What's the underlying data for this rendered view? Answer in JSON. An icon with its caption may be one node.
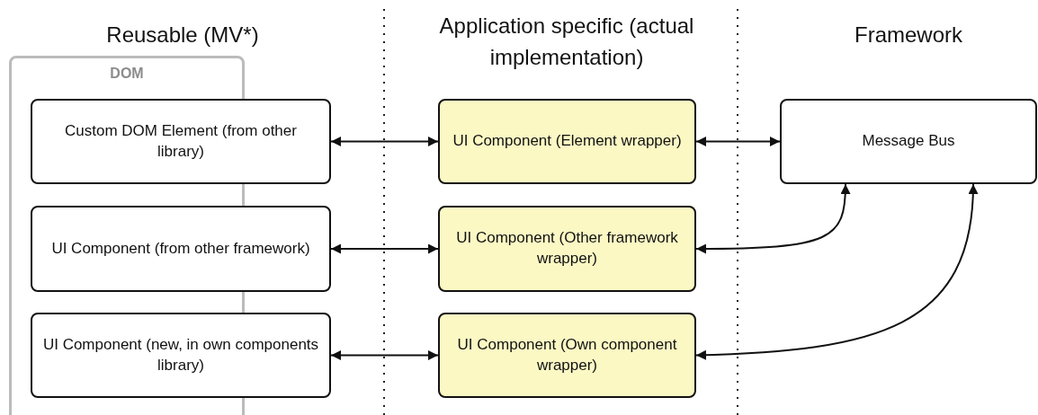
{
  "diagram": {
    "nodes": [
      {
        "text": [
          "DOM"
        ]
      },
      {
        "text": [
          "Custom DOM Element (from other library)"
        ]
      },
      {
        "text": [
          "UI Component (from other framework)"
        ]
      },
      {
        "text": [
          "UI Component (new, in own components library)"
        ]
      },
      {
        "text": [
          "UI Component (Element wrapper)"
        ]
      },
      {
        "text": [
          "UI Component (Other framework wrapper)"
        ]
      },
      {
        "text": [
          "UI Component (Own component wrapper)"
        ]
      },
      {
        "text": [
          "Message Bus"
        ]
      }
    ],
    "edges": [
      {
        "from": 1,
        "to": 4,
        "arrow": "both"
      },
      {
        "from": 2,
        "to": 5,
        "arrow": "both"
      },
      {
        "from": 3,
        "to": 6,
        "arrow": "both"
      },
      {
        "from": 4,
        "to": 7,
        "arrow": "both"
      },
      {
        "from": 5,
        "to": 7,
        "arrow": "both"
      },
      {
        "from": 6,
        "to": 7,
        "arrow": "both"
      }
    ],
    "labels": [
      "Reusable (MV*)",
      "Application specific (actual implementation)",
      "Framework"
    ]
  }
}
